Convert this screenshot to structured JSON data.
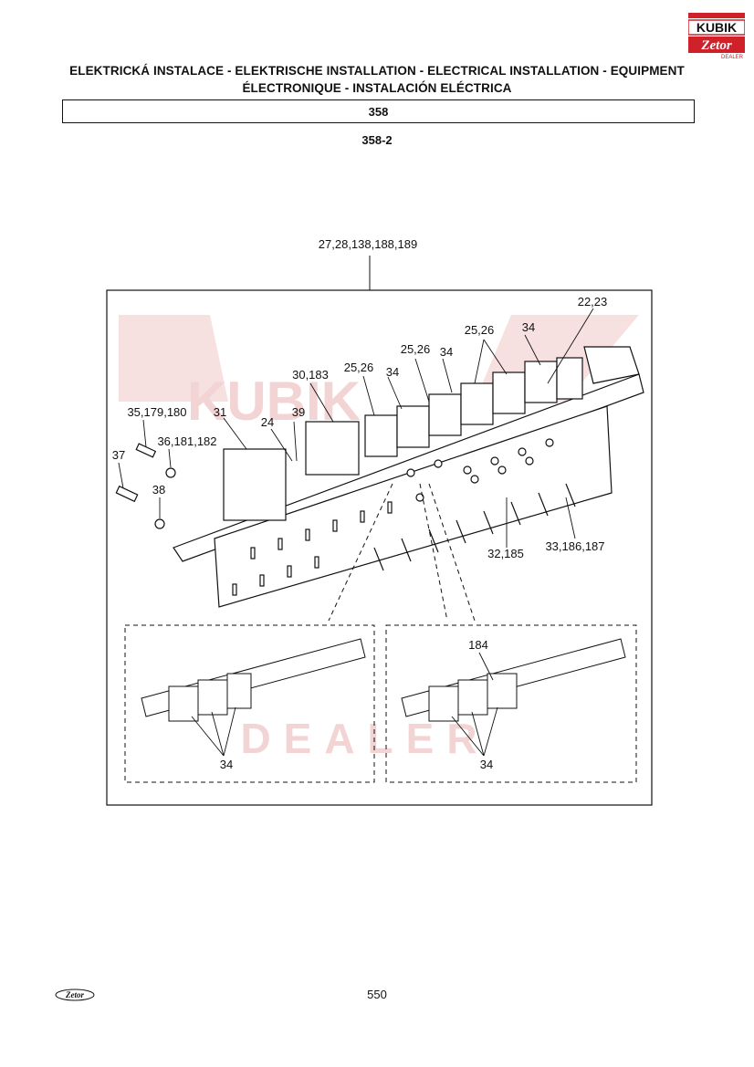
{
  "header": {
    "title_line1": "ELEKTRICKÁ INSTALACE - ELEKTRISCHE INSTALLATION - ELECTRICAL INSTALLATION - EQUIPMENT",
    "title_line2": "ÉLECTRONIQUE - INSTALACIÓN ELÉCTRICA",
    "section_number": "358",
    "subsection_number": "358-2"
  },
  "logo": {
    "brand_text": "KUBIK",
    "sub_text": "Zetor",
    "dealer_text": "DEALER"
  },
  "watermark": {
    "brand_text": "KUBIK",
    "dealer_text": "DEALER"
  },
  "diagram": {
    "labels": {
      "l_top": "27,28,138,188,189",
      "l_22_23": "22,23",
      "l_34_a": "34",
      "l_25_26_a": "25,26",
      "l_25_26_b": "25,26",
      "l_34_b": "34",
      "l_25_26_c": "25,26",
      "l_34_c": "34",
      "l_30_183": "30,183",
      "l_35": "35,179,180",
      "l_31": "31",
      "l_39": "39",
      "l_24": "24",
      "l_36": "36,181,182",
      "l_37": "37",
      "l_38": "38",
      "l_32_185": "32,185",
      "l_33": "33,186,187",
      "l_184": "184",
      "l_34_inset1": "34",
      "l_34_inset2": "34"
    }
  },
  "footer": {
    "page_number": "550",
    "logo_text": "Zetor"
  },
  "colors": {
    "logo_red": "#d0202a",
    "ink": "#111111",
    "watermark": "#f3d4d4"
  }
}
